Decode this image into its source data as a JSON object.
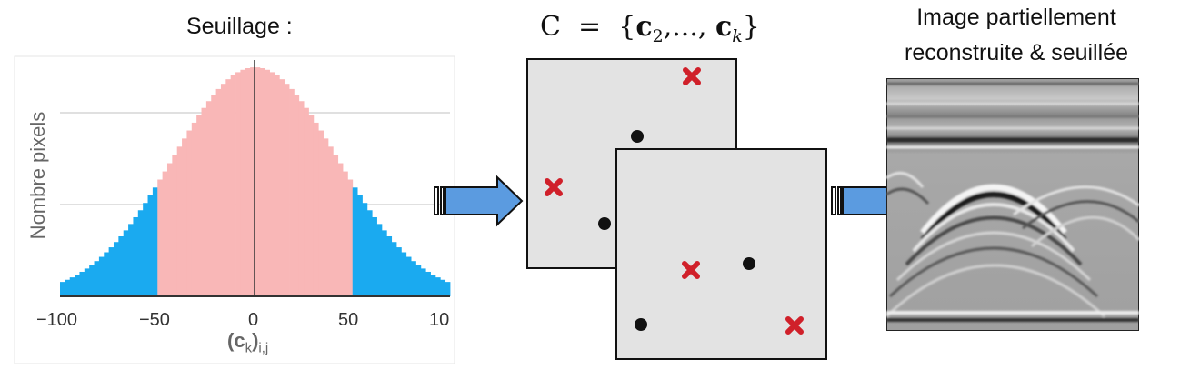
{
  "histogram": {
    "title": "Seuillage :",
    "ylabel": "Nombre pixels",
    "xlabel_main": "(c",
    "xlabel_sub1": "k",
    "xlabel_close": ")",
    "xlabel_sub2": "i,j"
  },
  "chart_data": {
    "type": "bar",
    "x_ticks": [
      "−100",
      "−50",
      "0",
      "50",
      "10"
    ],
    "xlim": [
      -100,
      100
    ],
    "threshold": [
      -50,
      50
    ],
    "distribution": "gaussian",
    "inner_color": "#f9b7b7",
    "outer_color": "#1aaaf0",
    "grid": true
  },
  "set": {
    "symbol": "C",
    "equals": "=",
    "open": "{",
    "first": "c",
    "first_sub": "2",
    "dots": ",..., ",
    "last": "c",
    "last_sub": "k",
    "close": "}"
  },
  "output": {
    "title_line1": "Image partiellement",
    "title_line2": "reconstruite & seuillée"
  },
  "colors": {
    "panel_bg": "#e3e3e3",
    "arrow_fill": "#5b9be0",
    "cross": "#d0202a",
    "dot": "#111111"
  }
}
